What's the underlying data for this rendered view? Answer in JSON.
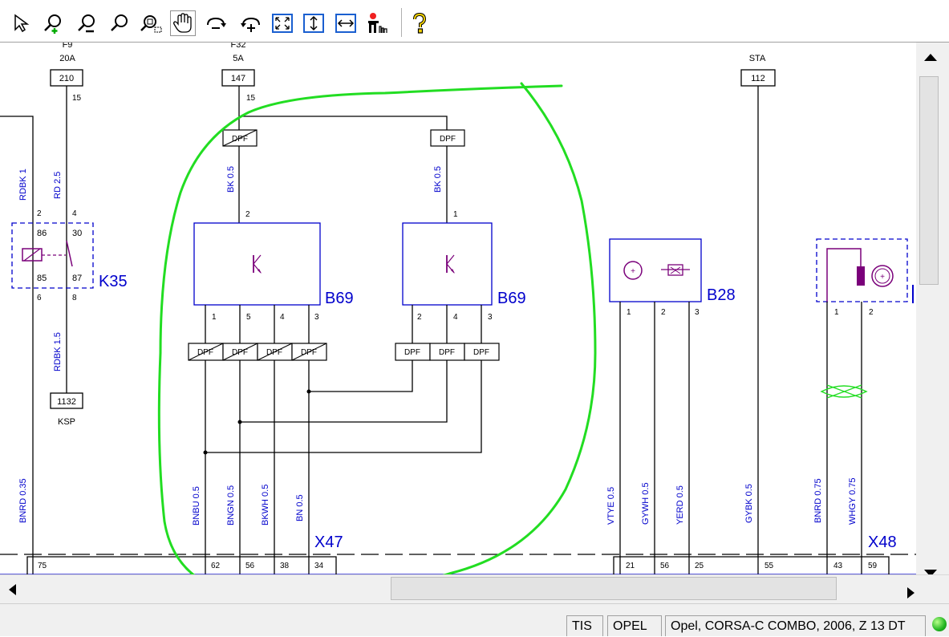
{
  "toolbar": {
    "buttons": [
      {
        "name": "pointer-tool-icon"
      },
      {
        "name": "zoom-in-icon"
      },
      {
        "name": "zoom-out-icon"
      },
      {
        "name": "zoom-icon"
      },
      {
        "name": "zoom-area-icon"
      },
      {
        "name": "pan-hand-icon"
      },
      {
        "name": "rotate-right-icon"
      },
      {
        "name": "rotate-left-icon"
      },
      {
        "name": "fit-page-icon"
      },
      {
        "name": "fit-height-icon"
      },
      {
        "name": "fit-width-icon"
      },
      {
        "name": "component-locator-icon"
      },
      {
        "name": "help-icon"
      }
    ]
  },
  "diagram": {
    "fuses": [
      {
        "top": "F9",
        "rating": "20A",
        "box": "210",
        "terminal": "15"
      },
      {
        "top": "F32",
        "rating": "5A",
        "box": "147",
        "terminal": "15"
      },
      {
        "top": "",
        "rating": "STA",
        "box": "112",
        "terminal": ""
      }
    ],
    "ksp": {
      "box": "1132",
      "label": "KSP"
    },
    "relay": {
      "name": "K35",
      "pins": [
        "2",
        "4",
        "86",
        "30",
        "85",
        "87",
        "6",
        "8"
      ]
    },
    "wires": {
      "w1": "RDBK 1",
      "w2": "RD 2.5",
      "w3": "RDBK 1.5",
      "w4": "BNRD 0.35",
      "w5": "BK 0.5",
      "w6": "BK 0.5",
      "w7": "BNBU 0.5",
      "w8": "BNGN 0.5",
      "w9": "BKWH 0.5",
      "w10": "BN 0.5",
      "w11": "VTYE 0.5",
      "w12": "GYWH 0.5",
      "w13": "YERD 0.5",
      "w14": "GYBK 0.5",
      "w15": "BNRD 0.75",
      "w16": "WHGY 0.75"
    },
    "components": {
      "b69a": "B69",
      "b69b": "B69",
      "b28": "B28"
    },
    "b69a_pins": {
      "top": "2",
      "bottom": [
        "1",
        "5",
        "4",
        "3"
      ]
    },
    "b69b_pins": {
      "top": "1",
      "bottom": [
        "2",
        "4",
        "3"
      ]
    },
    "b28_pins": [
      "1",
      "2",
      "3"
    ],
    "b48_pins": [
      "1",
      "2"
    ],
    "dpf": "DPF",
    "connectors": {
      "x47": "X47",
      "x48": "X48"
    },
    "x47_pins": [
      "75",
      "62",
      "56",
      "38",
      "34"
    ],
    "x48_pins": [
      "21",
      "56",
      "25",
      "55",
      "43",
      "59"
    ]
  },
  "status": {
    "app": "TIS",
    "make": "OPEL",
    "vehicle": "Opel, CORSA-C COMBO, 2006, Z 13 DT"
  },
  "colors": {
    "wire": "#000000",
    "component": "#0000cc",
    "annotation": "#22dd22",
    "connector": "#7a007a"
  }
}
